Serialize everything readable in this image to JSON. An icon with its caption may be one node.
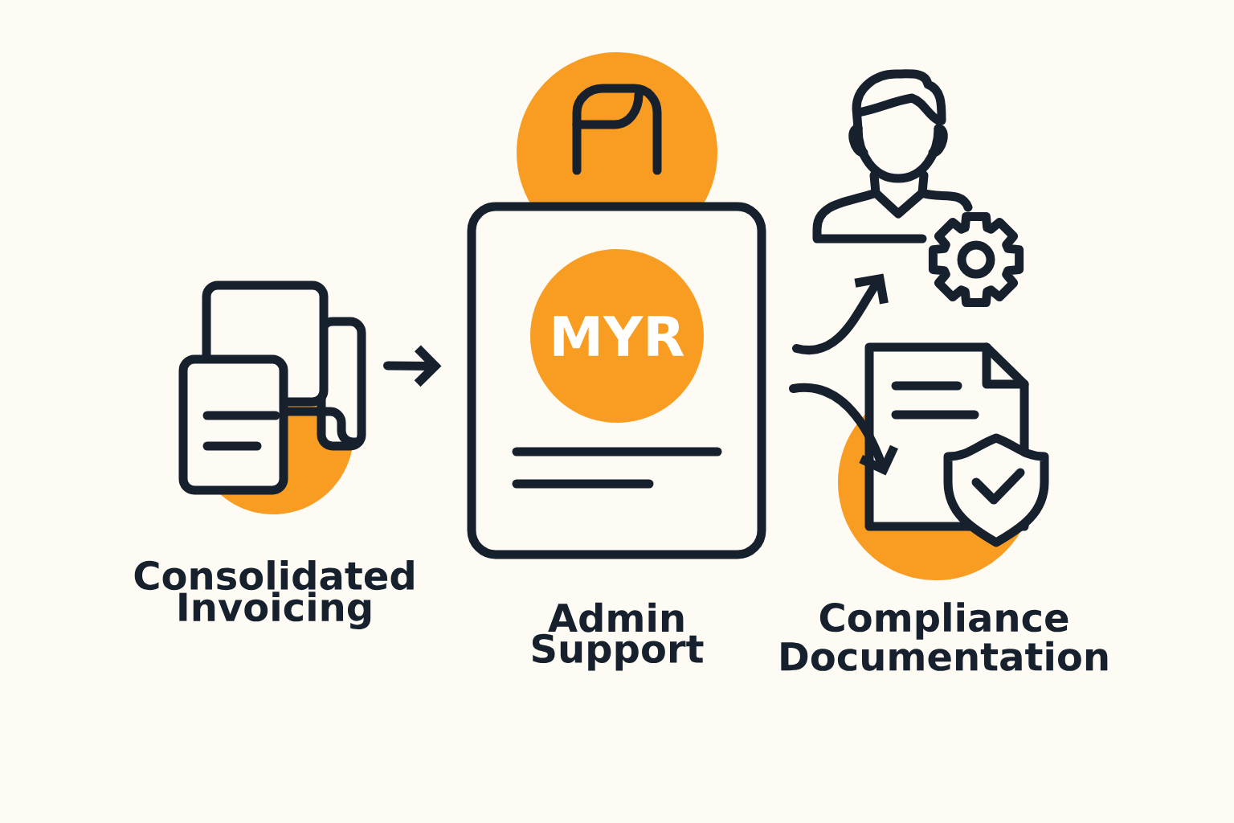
{
  "diagram": {
    "nodes": [
      {
        "text": [
          "Consolidated Invoicing"
        ]
      },
      {
        "text": [
          "MYR",
          "Admin Support"
        ]
      },
      {
        "text": [],
        "shape": "person"
      },
      {
        "text": [
          "Compliance Documentation"
        ]
      }
    ],
    "edges": [
      {
        "from": 0,
        "to": 1,
        "arrow": "to"
      },
      {
        "from": 1,
        "to": 2,
        "arrow": "to"
      },
      {
        "from": 1,
        "to": 3,
        "arrow": "to"
      }
    ]
  }
}
